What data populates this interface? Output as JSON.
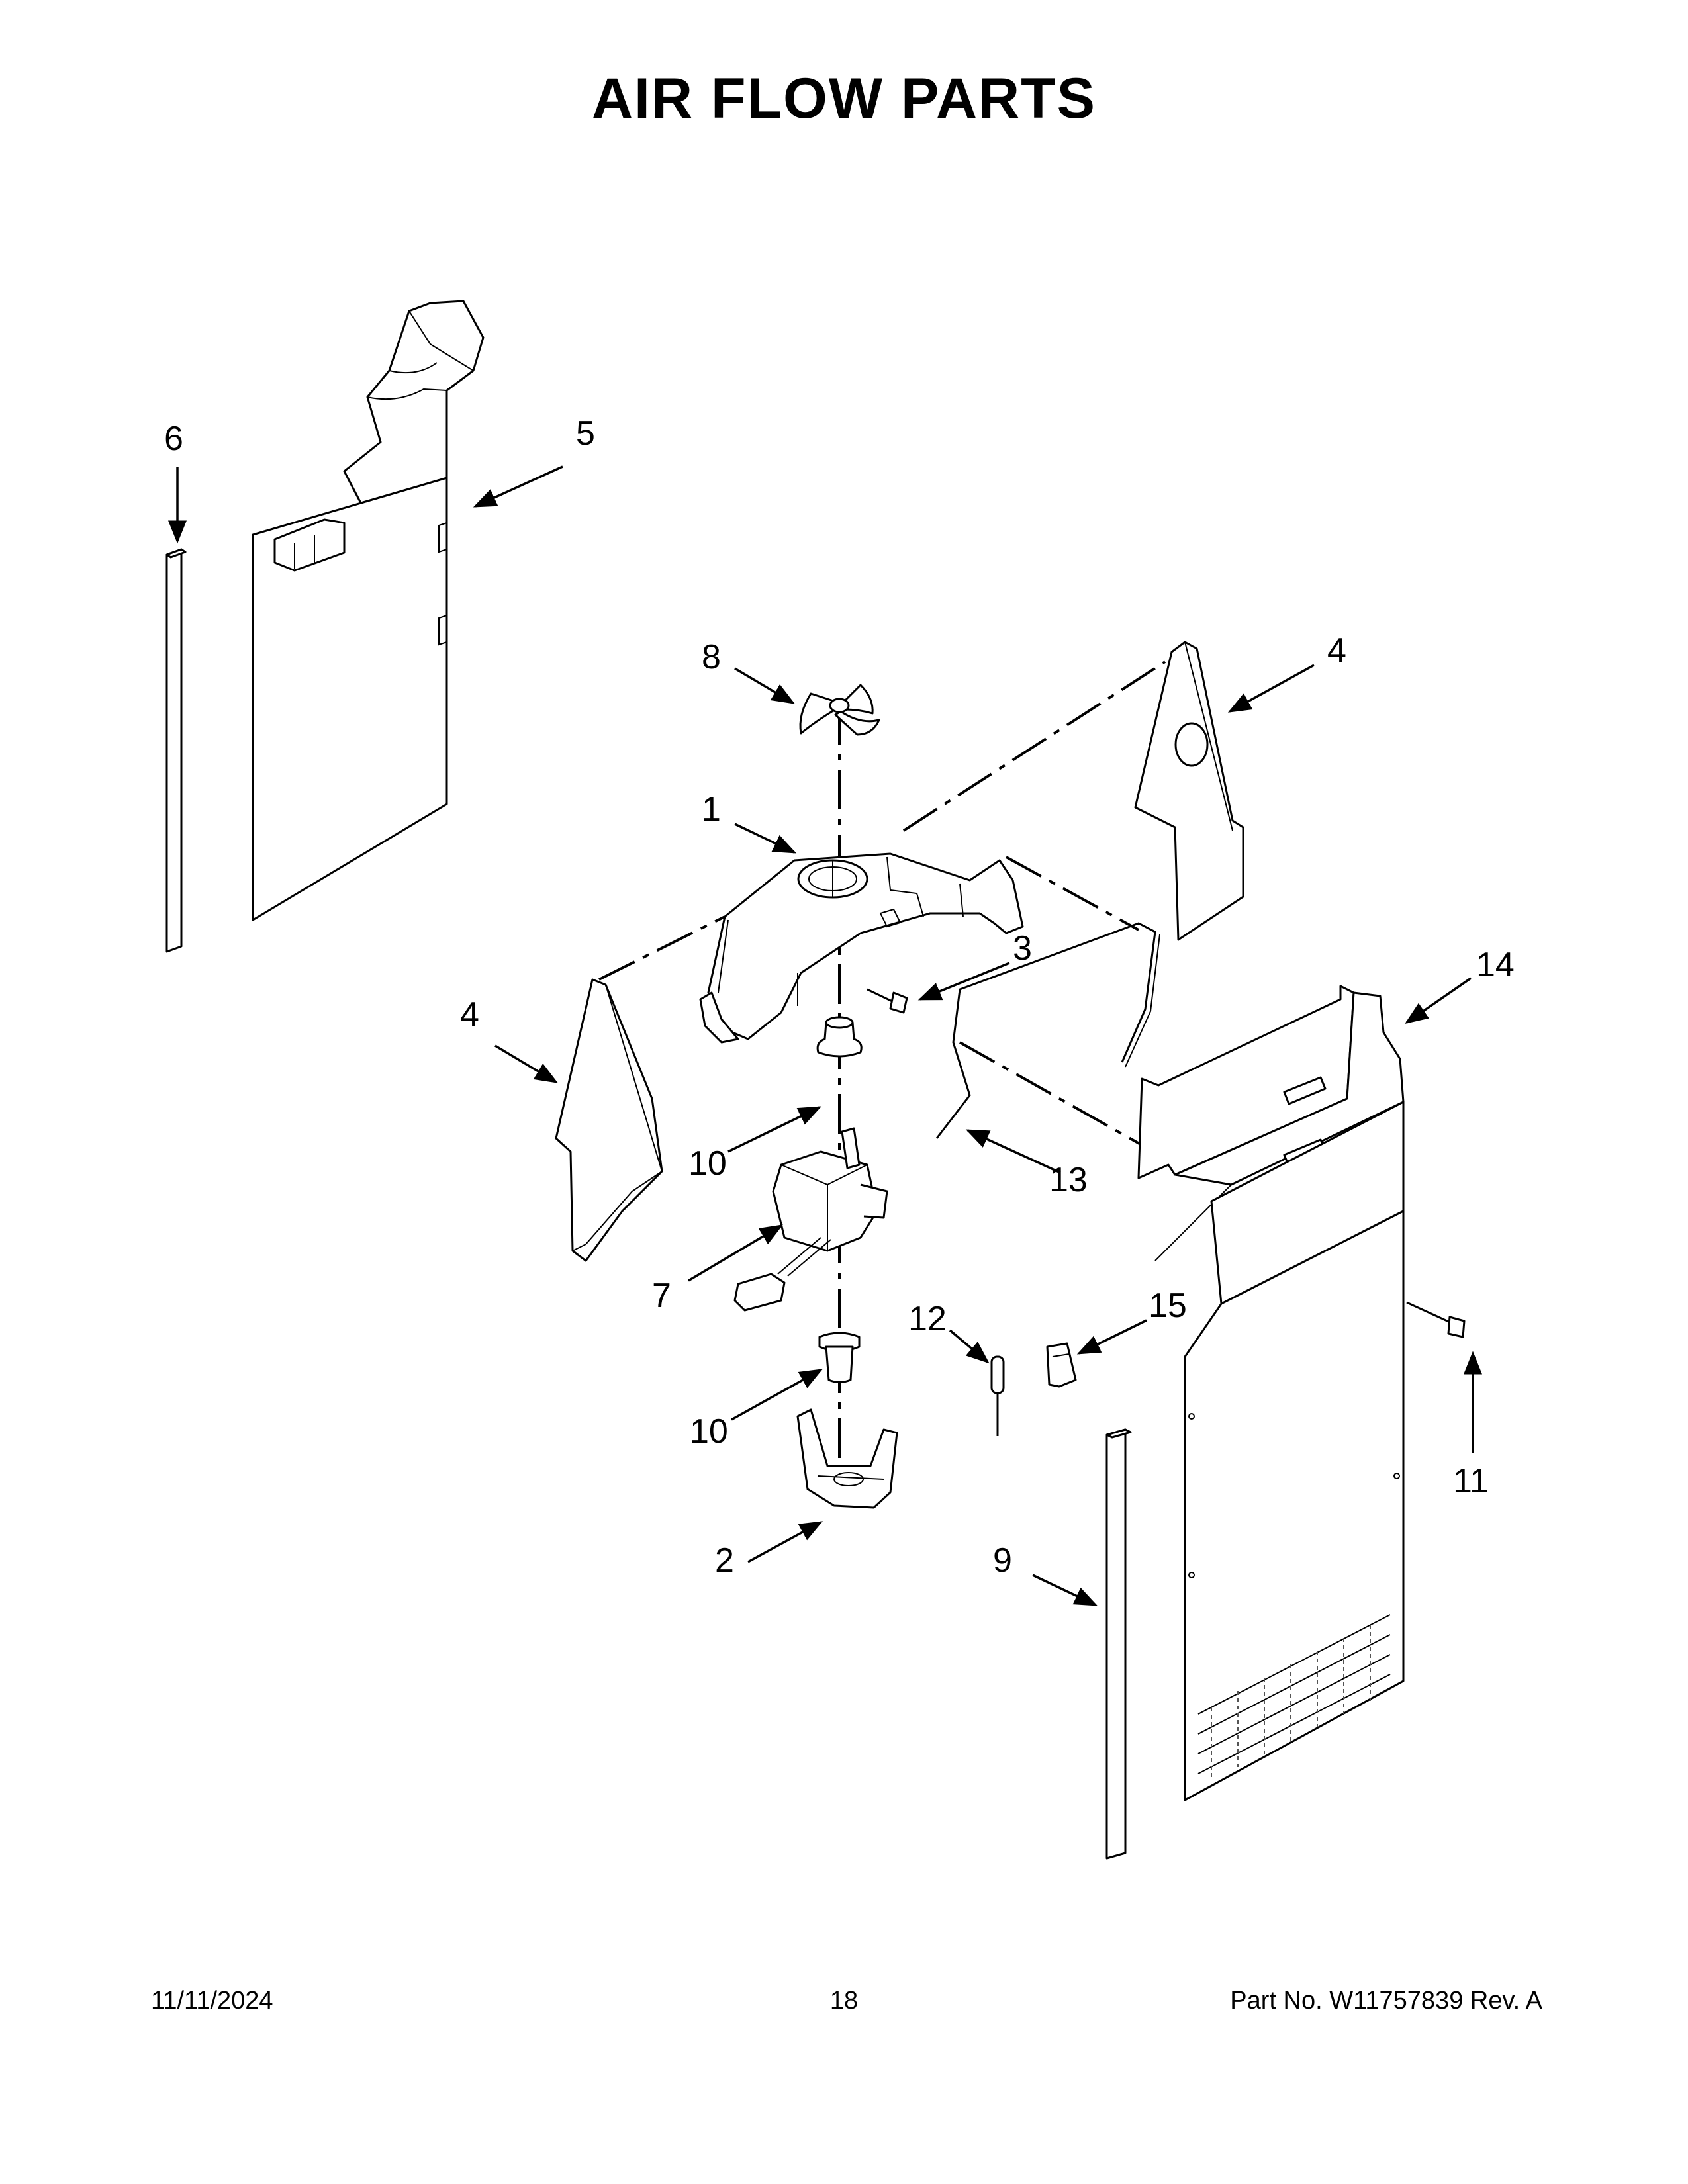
{
  "title": "AIR FLOW PARTS",
  "callouts": [
    {
      "id": "c1",
      "text": "1"
    },
    {
      "id": "c2",
      "text": "2"
    },
    {
      "id": "c3",
      "text": "3"
    },
    {
      "id": "c4a",
      "text": "4"
    },
    {
      "id": "c4b",
      "text": "4"
    },
    {
      "id": "c5",
      "text": "5"
    },
    {
      "id": "c6",
      "text": "6"
    },
    {
      "id": "c7",
      "text": "7"
    },
    {
      "id": "c8",
      "text": "8"
    },
    {
      "id": "c9",
      "text": "9"
    },
    {
      "id": "c10a",
      "text": "10"
    },
    {
      "id": "c10b",
      "text": "10"
    },
    {
      "id": "c11",
      "text": "11"
    },
    {
      "id": "c12",
      "text": "12"
    },
    {
      "id": "c13",
      "text": "13"
    },
    {
      "id": "c14",
      "text": "14"
    },
    {
      "id": "c15",
      "text": "15"
    }
  ],
  "footer": {
    "date": "11/11/2024",
    "page": "18",
    "part_no": "Part No.  W11757839   Rev.  A"
  }
}
